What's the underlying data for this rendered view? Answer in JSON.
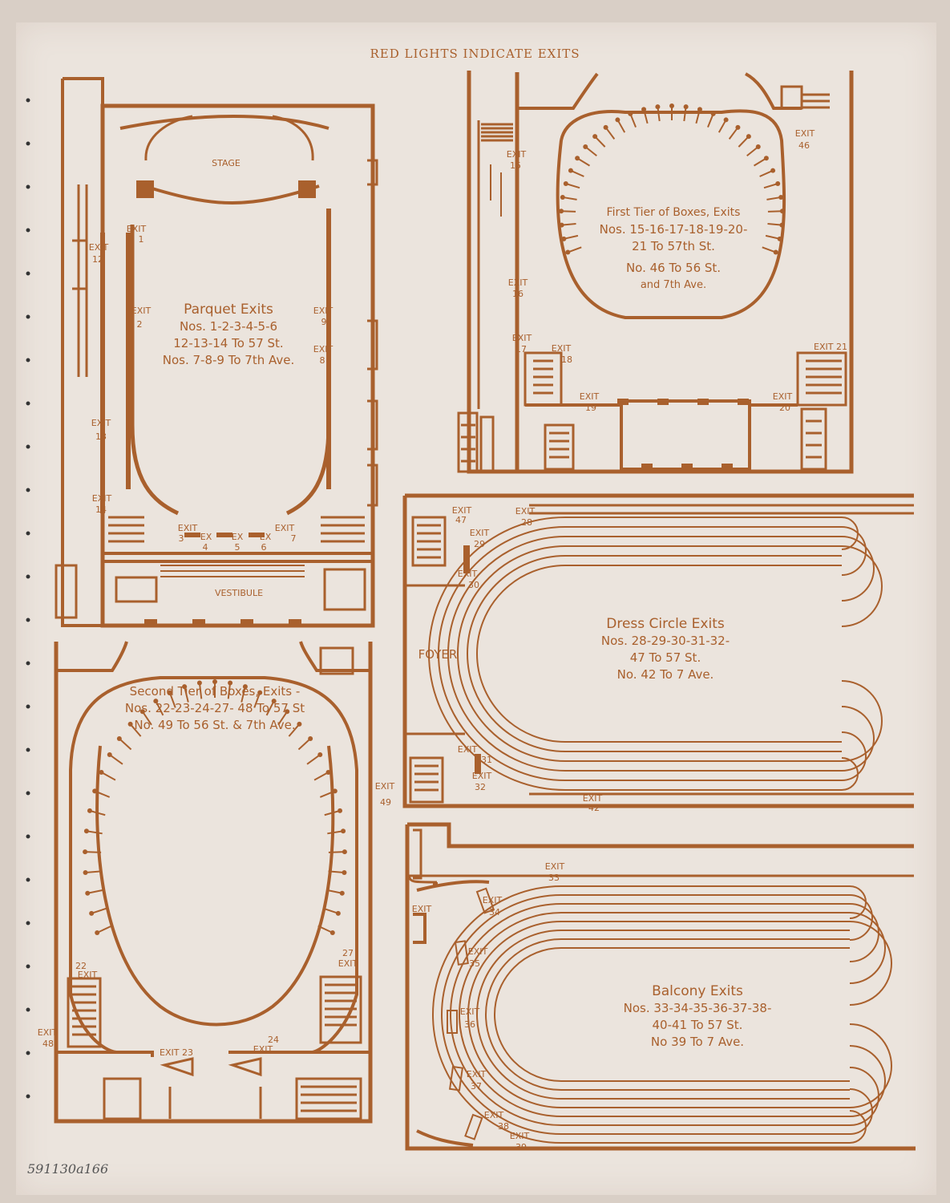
{
  "header": "RED LIGHTS INDICATE EXITS",
  "catalog_note": "591130a166",
  "colors": {
    "ink": "#a9602d",
    "paper": "#ebe4dd",
    "background": "#d9cfc6"
  },
  "parquet": {
    "stage": "STAGE",
    "vestibule": "VESTIBULE",
    "title": "Parquet Exits",
    "line1": "Nos. 1-2-3-4-5-6",
    "line2": "12-13-14 To 57 St.",
    "line3": "Nos. 7-8-9 To 7th Ave."
  },
  "first_tier": {
    "title": "First Tier of Boxes, Exits",
    "line1": "Nos. 15-16-17-18-19-20-",
    "line2": "21 To 57th St.",
    "line3": "No. 46 To 56 St.",
    "line4": "and 7th Ave."
  },
  "dress_circle": {
    "foyer": "FOYER",
    "title": "Dress Circle Exits",
    "line1": "Nos. 28-29-30-31-32-",
    "line2": "47 To 57 St.",
    "line3": "No. 42 To 7 Ave."
  },
  "second_tier": {
    "title": "Second Tier of Boxes, Exits -",
    "line1": "Nos. 22-23-24-27- 48 To 57 St",
    "line2": "No. 49 To 56 St. & 7th Ave."
  },
  "balcony": {
    "title": "Balcony Exits",
    "line1": "Nos. 33-34-35-36-37-38-",
    "line2": "40-41 To 57 St.",
    "line3": "No 39 To 7 Ave."
  },
  "exit_word": "EXIT",
  "exit_21": "EXIT 21",
  "exits": {
    "e1": "1",
    "e2": "2",
    "e3": "3",
    "e4": "4",
    "e5": "5",
    "e6": "6",
    "e7": "7",
    "e8": "8",
    "e9": "9",
    "e12": "12",
    "e13": "13",
    "e14": "14",
    "e15": "15",
    "e16": "16",
    "e17": "17",
    "e18": "18",
    "e19": "19",
    "e20": "20",
    "e46": "46",
    "e28": "28",
    "e29": "29",
    "e30": "30",
    "e31": "31",
    "e32": "32",
    "e42": "42",
    "e47": "47",
    "e22": "22",
    "e23": "EXIT 23",
    "e24": "24",
    "e27": "27",
    "e48": "48",
    "e49": "49",
    "e33": "33",
    "e34": "34",
    "e35": "35",
    "e36": "36",
    "e37": "37",
    "e38": "38",
    "e39": "39",
    "ex": "EX"
  }
}
